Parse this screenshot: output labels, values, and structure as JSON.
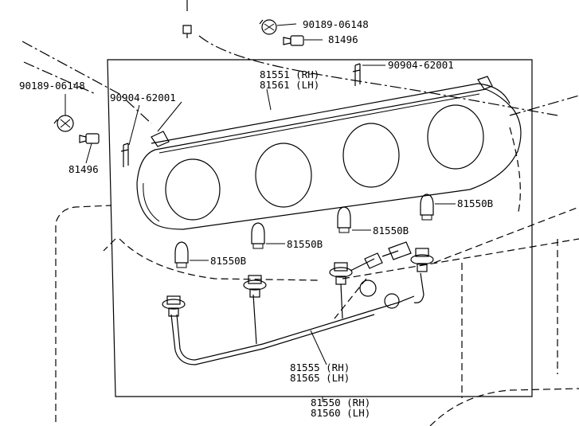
{
  "labels": {
    "screw_top_right": "90189-06148",
    "bulb_socket_top": "81496",
    "bracket_right": "90904-62001",
    "lens_rh": "81551 (RH)",
    "lens_lh": "81561 (LH)",
    "screw_left": "90189-06148",
    "bracket_left": "90904-62001",
    "bulb_socket_left": "81496",
    "bulb_1": "81550B",
    "bulb_2": "81550B",
    "bulb_3": "81550B",
    "bulb_4": "81550B",
    "wire_rh": "81555 (RH)",
    "wire_lh": "81565 (LH)",
    "assy_rh": "81550 (RH)",
    "assy_lh": "81560 (LH)"
  }
}
